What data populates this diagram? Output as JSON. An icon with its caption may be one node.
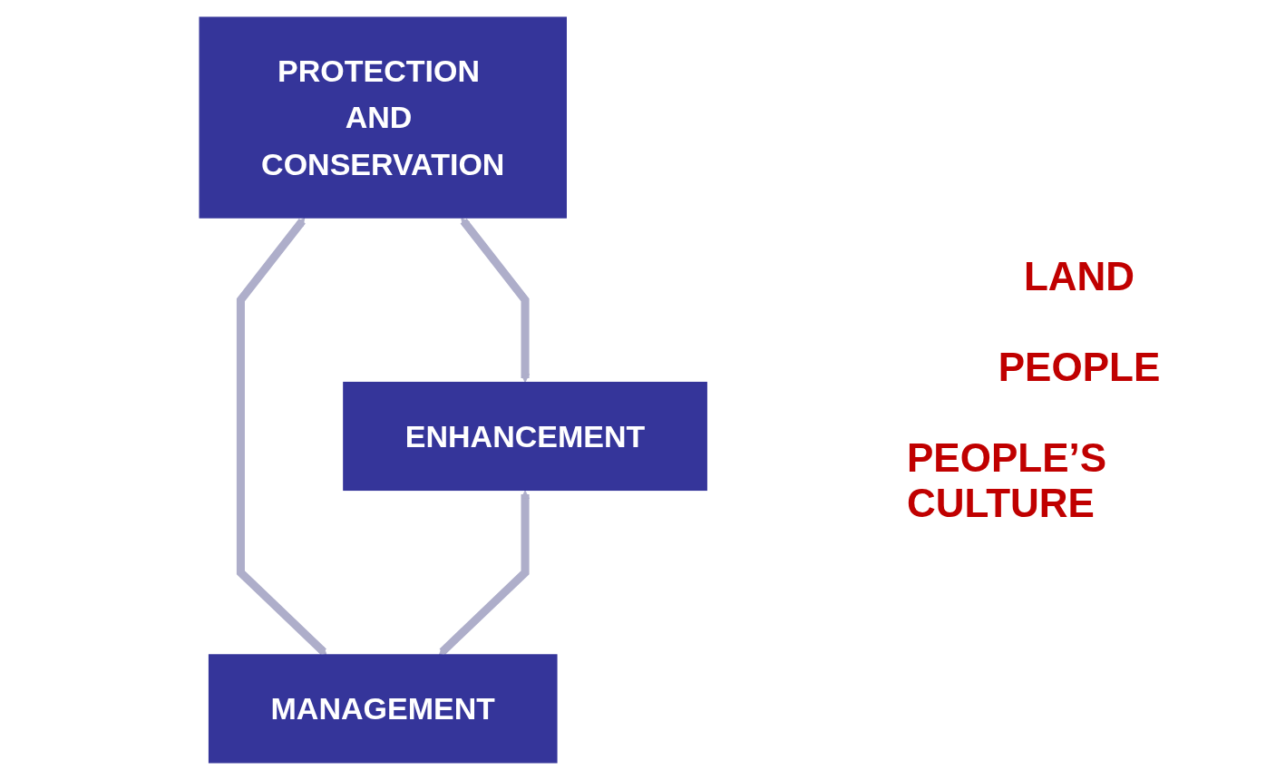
{
  "diagram": {
    "nodes": [
      {
        "text": [
          "PROTECTION AND CONSERVATION"
        ]
      },
      {
        "text": [
          "ENHANCEMENT"
        ]
      },
      {
        "text": [
          "MANAGEMENT"
        ]
      }
    ],
    "edges": [
      {
        "from": 0,
        "to": 1,
        "arrow": "both"
      },
      {
        "from": 0,
        "to": 2,
        "arrow": "both"
      },
      {
        "from": 1,
        "to": 2,
        "arrow": "both"
      }
    ],
    "labels": [
      "LAND",
      "PEOPLE",
      "PEOPLE’S CULTURE"
    ]
  }
}
